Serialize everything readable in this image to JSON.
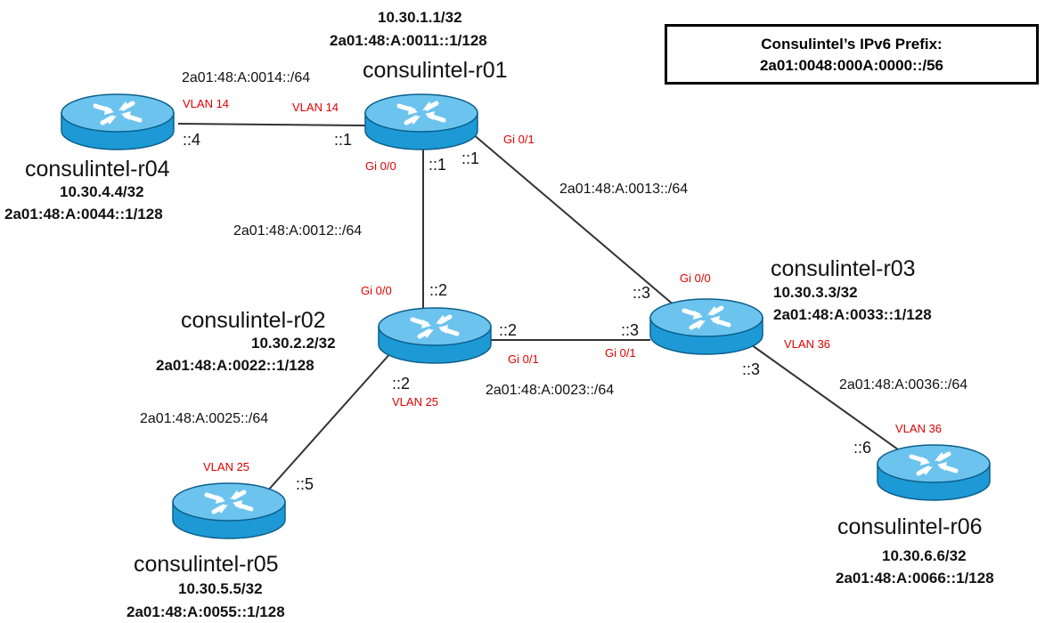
{
  "legend": {
    "line1": "Consulintel’s IPv6 Prefix:",
    "line2": "2a01:0048:000A:0000::/56"
  },
  "routers": {
    "r01": {
      "name": "consulintel-r01",
      "ipv4": "10.30.1.1/32",
      "ipv6": "2a01:48:A:0011::1/128"
    },
    "r02": {
      "name": "consulintel-r02",
      "ipv4": "10.30.2.2/32",
      "ipv6": "2a01:48:A:0022::1/128"
    },
    "r03": {
      "name": "consulintel-r03",
      "ipv4": "10.30.3.3/32",
      "ipv6": "2a01:48:A:0033::1/128"
    },
    "r04": {
      "name": "consulintel-r04",
      "ipv4": "10.30.4.4/32",
      "ipv6": "2a01:48:A:0044::1/128"
    },
    "r05": {
      "name": "consulintel-r05",
      "ipv4": "10.30.5.5/32",
      "ipv6": "2a01:48:A:0055::1/128"
    },
    "r06": {
      "name": "consulintel-r06",
      "ipv4": "10.30.6.6/32",
      "ipv6": "2a01:48:A:0066::1/128"
    }
  },
  "links": {
    "r01_r04": {
      "prefix": "2a01:48:A:0014::/64",
      "vlan_r04": "VLAN 14",
      "vlan_r01": "VLAN 14",
      "iid_r04": "::4",
      "iid_r01": "::1"
    },
    "r01_r02": {
      "prefix": "2a01:48:A:0012::/64",
      "if_r01": "Gi 0/0",
      "if_r02": "Gi 0/0",
      "iid_r01": "::1",
      "iid_r02": "::2"
    },
    "r01_r03": {
      "prefix": "2a01:48:A:0013::/64",
      "if_r01": "Gi 0/1",
      "if_r03": "Gi 0/0",
      "iid_r01": "::1",
      "iid_r03": "::3"
    },
    "r02_r03": {
      "prefix": "2a01:48:A:0023::/64",
      "if_r02": "Gi 0/1",
      "if_r03": "Gi 0/1",
      "iid_r02": "::2",
      "iid_r03": "::3"
    },
    "r02_r05": {
      "prefix": "2a01:48:A:0025::/64",
      "vlan_r02": "VLAN 25",
      "vlan_r05": "VLAN 25",
      "iid_r02": "::2",
      "iid_r05": "::5"
    },
    "r03_r06": {
      "prefix": "2a01:48:A:0036::/64",
      "vlan_r03": "VLAN 36",
      "vlan_r06": "VLAN 36",
      "iid_r03": "::3",
      "iid_r06": "::6"
    }
  },
  "colors": {
    "router_body": "#1d9ad6",
    "router_top": "#6cc3ee",
    "link_line": "#333333",
    "interface_label": "#e00000"
  }
}
